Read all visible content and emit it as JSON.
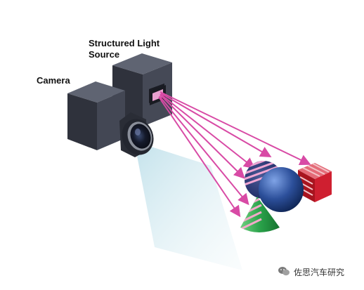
{
  "labels": {
    "source_line1": "Structured Light",
    "source_line2": "Source",
    "camera": "Camera"
  },
  "watermark": {
    "text": "佐思汽车研究",
    "icon": "wechat-icon"
  },
  "colors": {
    "projection_ray": "#d84aa5",
    "device_body": "#3f4350",
    "sphere": "#2c4f9a",
    "cone": "#2aa24a",
    "cube": "#cf1f30",
    "camera_view": "#cfe7ef"
  }
}
